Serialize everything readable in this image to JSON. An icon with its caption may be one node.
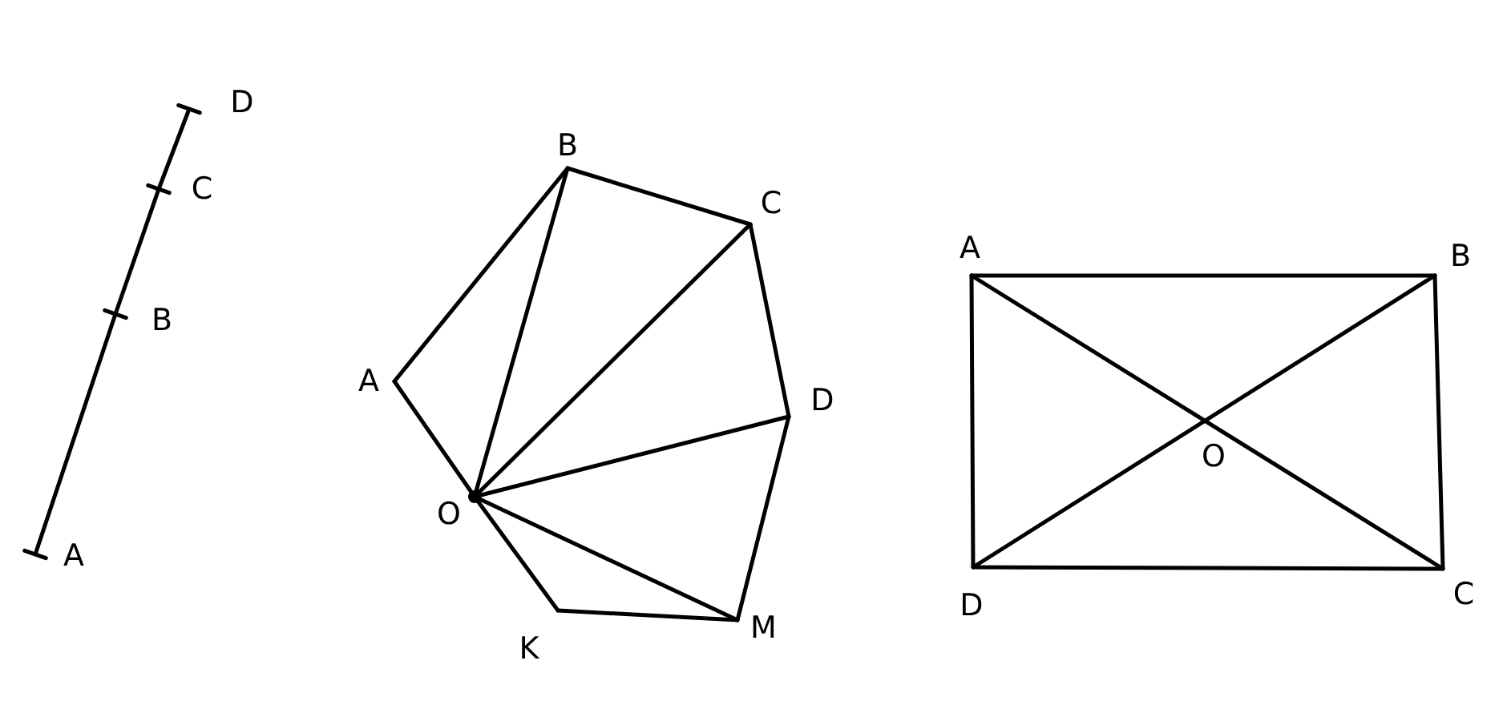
{
  "diagram": {
    "nodes": [
      {
        "text": [
          "A"
        ]
      },
      {
        "text": [
          "B"
        ]
      },
      {
        "text": [
          "C"
        ]
      },
      {
        "text": [
          "D"
        ]
      },
      {
        "text": [
          "A"
        ]
      },
      {
        "text": [
          "B"
        ]
      },
      {
        "text": [
          "C"
        ]
      },
      {
        "text": [
          "D"
        ]
      },
      {
        "text": [
          "M"
        ]
      },
      {
        "text": [
          "K"
        ]
      },
      {
        "text": [
          "O"
        ]
      },
      {
        "text": [
          "A"
        ]
      },
      {
        "text": [
          "B"
        ]
      },
      {
        "text": [
          "C"
        ]
      },
      {
        "text": [
          "D"
        ]
      },
      {
        "text": [
          "O"
        ]
      }
    ],
    "edges": [
      {
        "from": 0,
        "to": 1,
        "arrow": "none"
      },
      {
        "from": 1,
        "to": 2,
        "arrow": "none"
      },
      {
        "from": 2,
        "to": 3,
        "arrow": "none"
      },
      {
        "from": 4,
        "to": 5,
        "arrow": "none"
      },
      {
        "from": 5,
        "to": 6,
        "arrow": "none"
      },
      {
        "from": 6,
        "to": 7,
        "arrow": "none"
      },
      {
        "from": 7,
        "to": 8,
        "arrow": "none"
      },
      {
        "from": 8,
        "to": 9,
        "arrow": "none"
      },
      {
        "from": 9,
        "to": 10,
        "arrow": "none"
      },
      {
        "from": 10,
        "to": 4,
        "arrow": "none"
      },
      {
        "from": 10,
        "to": 5,
        "arrow": "none"
      },
      {
        "from": 10,
        "to": 6,
        "arrow": "none"
      },
      {
        "from": 10,
        "to": 7,
        "arrow": "none"
      },
      {
        "from": 10,
        "to": 8,
        "arrow": "none"
      },
      {
        "from": 11,
        "to": 12,
        "arrow": "none"
      },
      {
        "from": 12,
        "to": 13,
        "arrow": "none"
      },
      {
        "from": 13,
        "to": 14,
        "arrow": "none"
      },
      {
        "from": 14,
        "to": 11,
        "arrow": "none"
      },
      {
        "from": 11,
        "to": 13,
        "arrow": "none"
      },
      {
        "from": 12,
        "to": 14,
        "arrow": "none"
      }
    ]
  }
}
